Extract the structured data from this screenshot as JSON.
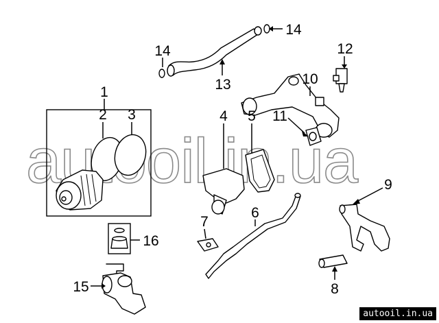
{
  "diagram": {
    "callouts": {
      "c1": "1",
      "c2": "2",
      "c3": "3",
      "c4": "4",
      "c5": "5",
      "c6": "6",
      "c7": "7",
      "c8": "8",
      "c9": "9",
      "c10": "10",
      "c11": "11",
      "c12": "12",
      "c13": "13",
      "c14a": "14",
      "c14b": "14",
      "c15": "15",
      "c16": "16"
    }
  },
  "watermark": {
    "text": "autooil.in.ua"
  },
  "badge": {
    "text": "autooil.in.ua"
  }
}
